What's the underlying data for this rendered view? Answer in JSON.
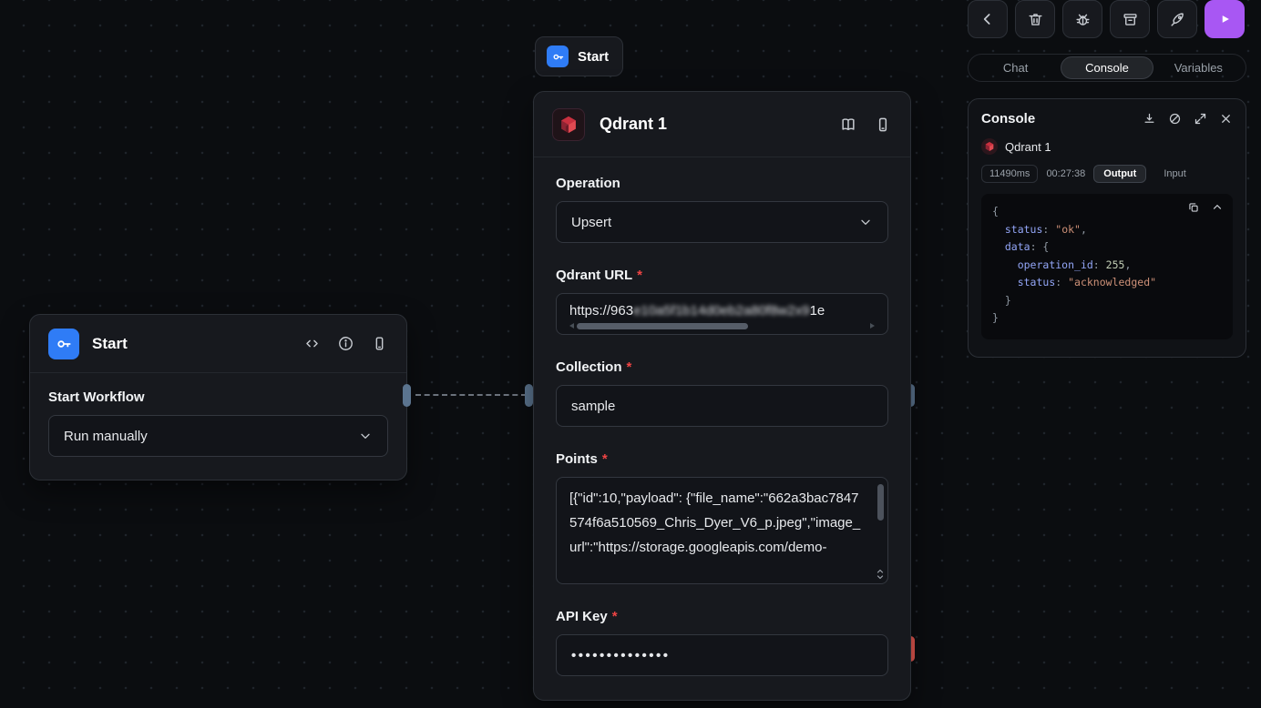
{
  "canvas": {
    "start_chip": {
      "label": "Start"
    },
    "start_node": {
      "title": "Start",
      "body_label": "Start Workflow",
      "select_value": "Run manually"
    },
    "qdrant_node": {
      "title": "Qdrant 1",
      "required_marker": "*",
      "operation_label": "Operation",
      "operation_value": "Upsert",
      "url_label": "Qdrant URL",
      "url_prefix": "https://963",
      "url_obscured": "e10a5f1b14d0eb2a80f8w2x9",
      "url_suffix": "1e",
      "collection_label": "Collection",
      "collection_value": "sample",
      "points_label": "Points",
      "points_value": "[{\"id\":10,\"payload\": {\"file_name\":\"662a3bac7847574f6a510569_Chris_Dyer_V6_p.jpeg\",\"image_url\":\"https://storage.googleapis.com/demo-",
      "api_key_label": "API Key",
      "api_key_value": "••••••••••••••"
    }
  },
  "panel": {
    "tabs": [
      {
        "label": "Chat"
      },
      {
        "label": "Console"
      },
      {
        "label": "Variables"
      }
    ],
    "console": {
      "title": "Console",
      "node_name": "Qdrant 1",
      "duration": "11490ms",
      "time": "00:27:38",
      "output_tab": "Output",
      "input_tab": "Input",
      "output_lines": [
        [
          {
            "c": "p",
            "v": "{"
          }
        ],
        [
          {
            "c": "p",
            "v": "  "
          },
          {
            "c": "k",
            "v": "status"
          },
          {
            "c": "p",
            "v": ": "
          },
          {
            "c": "s",
            "v": "\"ok\""
          },
          {
            "c": "p",
            "v": ","
          }
        ],
        [
          {
            "c": "p",
            "v": "  "
          },
          {
            "c": "k",
            "v": "data"
          },
          {
            "c": "p",
            "v": ": {"
          }
        ],
        [
          {
            "c": "p",
            "v": "    "
          },
          {
            "c": "k",
            "v": "operation_id"
          },
          {
            "c": "p",
            "v": ": "
          },
          {
            "c": "n",
            "v": "255"
          },
          {
            "c": "p",
            "v": ","
          }
        ],
        [
          {
            "c": "p",
            "v": "    "
          },
          {
            "c": "k",
            "v": "status"
          },
          {
            "c": "p",
            "v": ": "
          },
          {
            "c": "s",
            "v": "\"acknowledged\""
          }
        ],
        [
          {
            "c": "p",
            "v": "  }"
          }
        ],
        [
          {
            "c": "p",
            "v": "}"
          }
        ]
      ]
    }
  },
  "colors": {
    "accent_blue": "#2f7cf6",
    "play_purple": "#a857f3",
    "required_red": "#ef4444",
    "handle_blue": "#5b748f",
    "handle_red": "#e2574f"
  }
}
